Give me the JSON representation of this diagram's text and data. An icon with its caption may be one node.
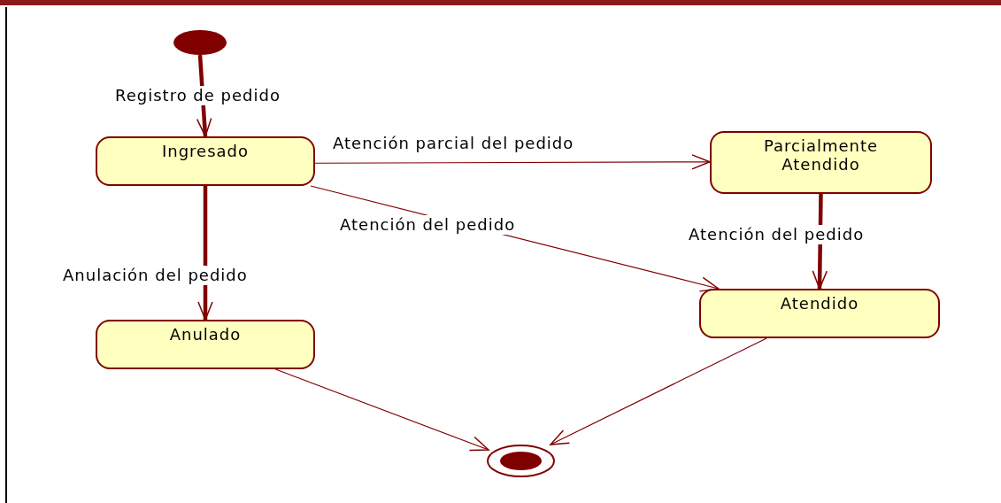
{
  "diagram": {
    "nodes": [
      {
        "text": [],
        "shape": "circle"
      },
      {
        "text": [
          "Ingresado"
        ]
      },
      {
        "text": [
          "Parcialmente Atendido"
        ]
      },
      {
        "text": [
          "Anulado"
        ]
      },
      {
        "text": [
          "Atendido"
        ]
      },
      {
        "text": [],
        "shape": "circle"
      }
    ],
    "edges": [
      {
        "from": 0,
        "to": 1,
        "arrow": "to",
        "label": "Registro de pedido",
        "style": "thick"
      },
      {
        "from": 1,
        "to": 2,
        "arrow": "to",
        "label": "Atención parcial del pedido"
      },
      {
        "from": 1,
        "to": 4,
        "arrow": "to",
        "label": "Atención del pedido"
      },
      {
        "from": 2,
        "to": 4,
        "arrow": "to",
        "label": "Atención del pedido",
        "style": "thick"
      },
      {
        "from": 1,
        "to": 3,
        "arrow": "to",
        "label": "Anulación del pedido",
        "style": "thick"
      },
      {
        "from": 3,
        "to": 5,
        "arrow": "to"
      },
      {
        "from": 4,
        "to": 5,
        "arrow": "to"
      }
    ]
  }
}
